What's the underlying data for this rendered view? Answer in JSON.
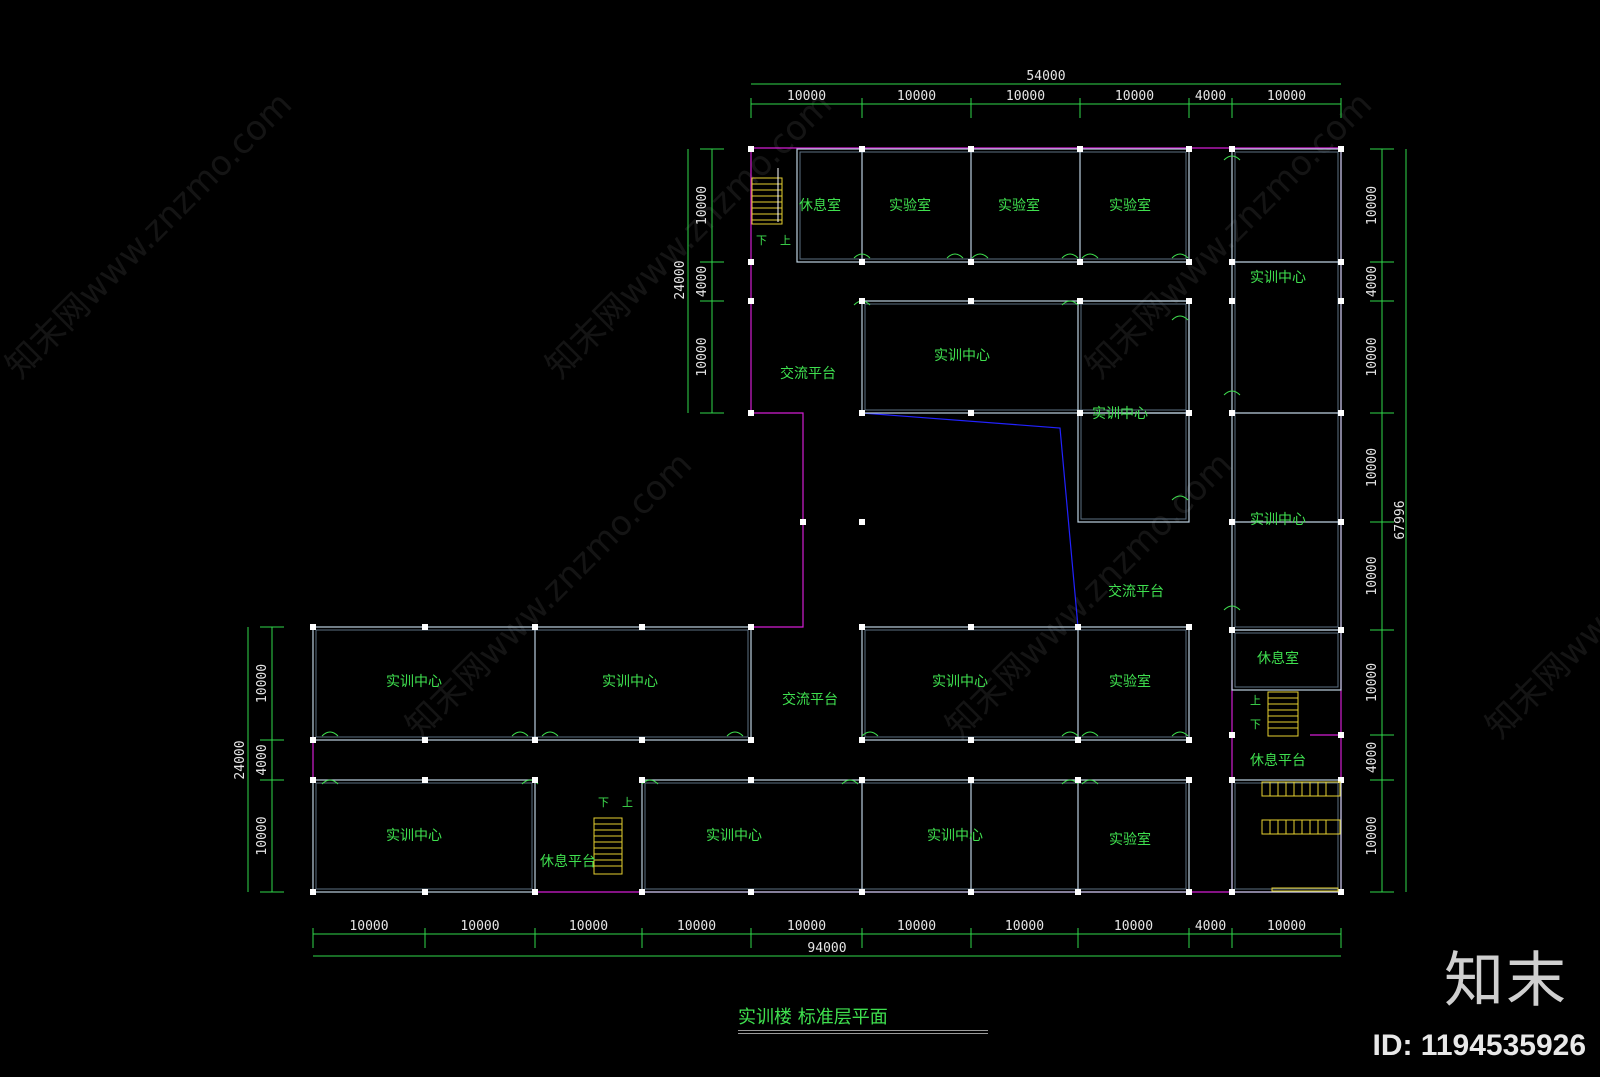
{
  "drawing": {
    "title": "实训楼    标准层平面",
    "watermark": "知末网www.znzmo.com",
    "brand_logo": "知末",
    "brand_id": "ID: 1194535926",
    "colors": {
      "background": "#000000",
      "wall": "#bcd0e0",
      "dimension": "#2fd94a",
      "room_label": "#3fe04f",
      "circulation": "#d21ed2",
      "stair": "#e6d030"
    }
  },
  "dimensions": {
    "top_total": "54000",
    "top_segments": [
      "10000",
      "10000",
      "10000",
      "10000",
      "4000",
      "10000"
    ],
    "bottom_total": "94000",
    "bottom_segments": [
      "10000",
      "10000",
      "10000",
      "10000",
      "10000",
      "10000",
      "10000",
      "10000",
      "4000",
      "10000"
    ],
    "right_total": "67996",
    "right_segments": [
      "10000",
      "4000",
      "10000",
      "10000",
      "10000",
      "10000",
      "4000",
      "10000"
    ],
    "left_upper_total": "24000",
    "left_upper_segments": [
      "10000",
      "4000",
      "10000"
    ],
    "left_lower_total": "24000",
    "left_lower_segments": [
      "10000",
      "4000",
      "10000"
    ]
  },
  "rooms": [
    {
      "label": "休息室"
    },
    {
      "label": "实验室"
    },
    {
      "label": "实验室"
    },
    {
      "label": "实验室"
    },
    {
      "label": "实训中心"
    },
    {
      "label": "交流平台"
    },
    {
      "label": "实训中心"
    },
    {
      "label": "实训中心"
    },
    {
      "label": "实训中心"
    },
    {
      "label": "交流平台"
    },
    {
      "label": "休息室"
    },
    {
      "label": "实训中心"
    },
    {
      "label": "实训中心"
    },
    {
      "label": "交流平台"
    },
    {
      "label": "实训中心"
    },
    {
      "label": "实验室"
    },
    {
      "label": "休息平台"
    },
    {
      "label": "实训中心"
    },
    {
      "label": "休息平台"
    },
    {
      "label": "实训中心"
    },
    {
      "label": "实训中心"
    },
    {
      "label": "实验室"
    }
  ],
  "stair_marks": {
    "down": "下",
    "up": "上"
  }
}
